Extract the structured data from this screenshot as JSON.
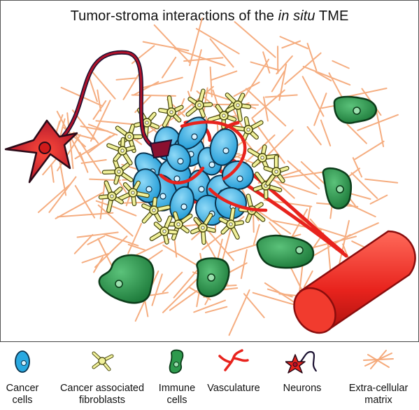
{
  "title": {
    "prefix": "Tumor-stroma interactions of the ",
    "italic": "in situ",
    "suffix": " TME"
  },
  "legend": [
    {
      "key": "cancer-cells",
      "icon": "cancer-cell-icon",
      "label": "Cancer\ncells",
      "color": "#29a9e1"
    },
    {
      "key": "cafs",
      "icon": "fibroblast-icon",
      "label": "Cancer associated\nfibroblasts",
      "color": "#f1f19a"
    },
    {
      "key": "immune",
      "icon": "immune-cell-icon",
      "label": "Immune\ncells",
      "color": "#2e9a4d"
    },
    {
      "key": "vasculature",
      "icon": "vessel-icon",
      "label": "Vasculature",
      "color": "#e8231d"
    },
    {
      "key": "neurons",
      "icon": "neuron-icon",
      "label": "Neurons",
      "color": "#e8231d"
    },
    {
      "key": "ecm",
      "icon": "ecm-fiber-icon",
      "label": "Extra-cellular\nmatrix",
      "color": "#f5a97a"
    }
  ]
}
